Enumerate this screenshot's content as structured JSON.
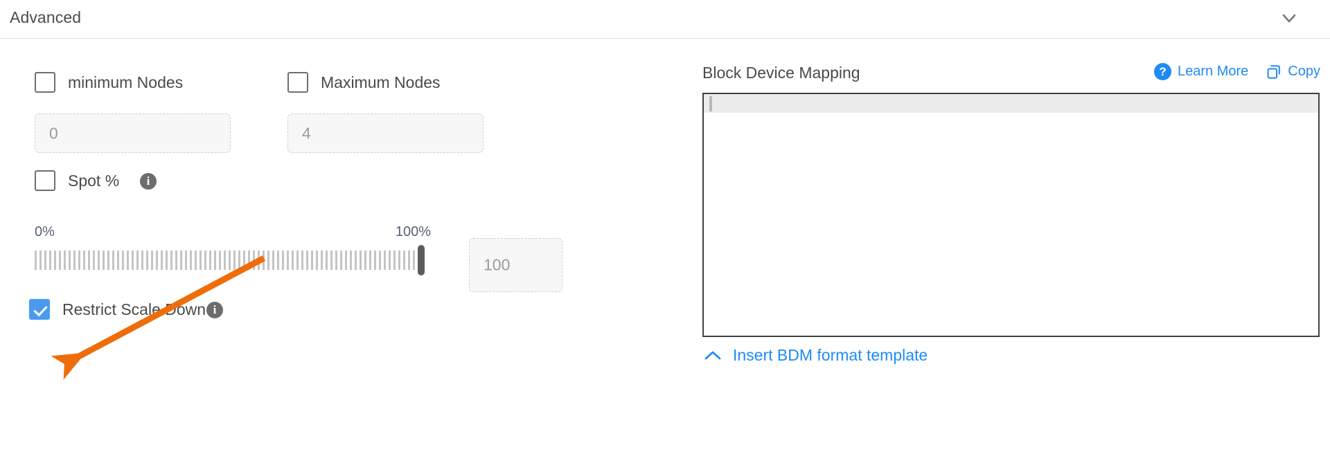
{
  "header": {
    "title": "Advanced",
    "toggle_icon": "chevron-down-icon"
  },
  "left_panel": {
    "min_nodes": {
      "label": "minimum Nodes",
      "checked": false,
      "input_value": "0"
    },
    "max_nodes": {
      "label": "Maximum Nodes",
      "checked": false,
      "input_value": "4"
    },
    "spot_percent": {
      "label": "Spot %",
      "checked": false,
      "info_icon": "info-icon",
      "info_glyph": "i"
    },
    "slider": {
      "min_label": "0%",
      "max_label": "100%",
      "min": 0,
      "max": 100,
      "value": 100,
      "value_input": "100"
    },
    "restrict_scale_down": {
      "label": "Restrict Scale Down",
      "checked": true,
      "info_icon": "info-icon",
      "info_glyph": "i"
    }
  },
  "right_panel": {
    "title": "Block Device Mapping",
    "learn_more": {
      "label": "Learn More",
      "icon": "question-circle-icon",
      "glyph": "?"
    },
    "copy": {
      "label": "Copy",
      "icon": "copy-icon"
    },
    "editor": {
      "content": "",
      "active_line": 1
    },
    "insert_template": {
      "label": "Insert BDM format template",
      "icon": "chevron-up-icon"
    }
  },
  "annotation": {
    "type": "arrow",
    "color": "#ef6c0a",
    "points_to": "restrict-scale-down-checkbox"
  },
  "colors": {
    "accent_blue": "#1e8bf5",
    "checkbox_checked": "#4a9bf0",
    "annotation_orange": "#ef6c0a",
    "text": "#4a4a4a",
    "muted": "#9b9b9b"
  }
}
